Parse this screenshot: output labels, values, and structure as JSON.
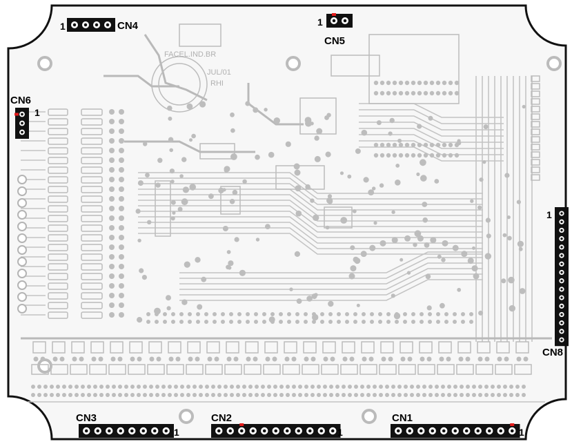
{
  "board": {
    "silkscreen": [
      "FACEL.IND.BR",
      "JUL/01",
      "RHI"
    ],
    "colors": {
      "outline": "#111111",
      "traces": "#bdbdbd",
      "header": "#111111",
      "pin1_marker": "#e31b1b"
    }
  },
  "connectors": [
    {
      "id": "cn1",
      "label": "CN1",
      "pin1": "1",
      "pins": 11
    },
    {
      "id": "cn2",
      "label": "CN2",
      "pin1": "1",
      "pins": 11
    },
    {
      "id": "cn3",
      "label": "CN3",
      "pin1": "1",
      "pins": 8
    },
    {
      "id": "cn4",
      "label": "CN4",
      "pin1": "1",
      "pins": 4
    },
    {
      "id": "cn5",
      "label": "CN5",
      "pin1": "1",
      "pins": 2
    },
    {
      "id": "cn6",
      "label": "CN6",
      "pin1": "1",
      "pins": 3
    },
    {
      "id": "cn8",
      "label": "CN8",
      "pin1": "1",
      "pins": 16
    }
  ]
}
